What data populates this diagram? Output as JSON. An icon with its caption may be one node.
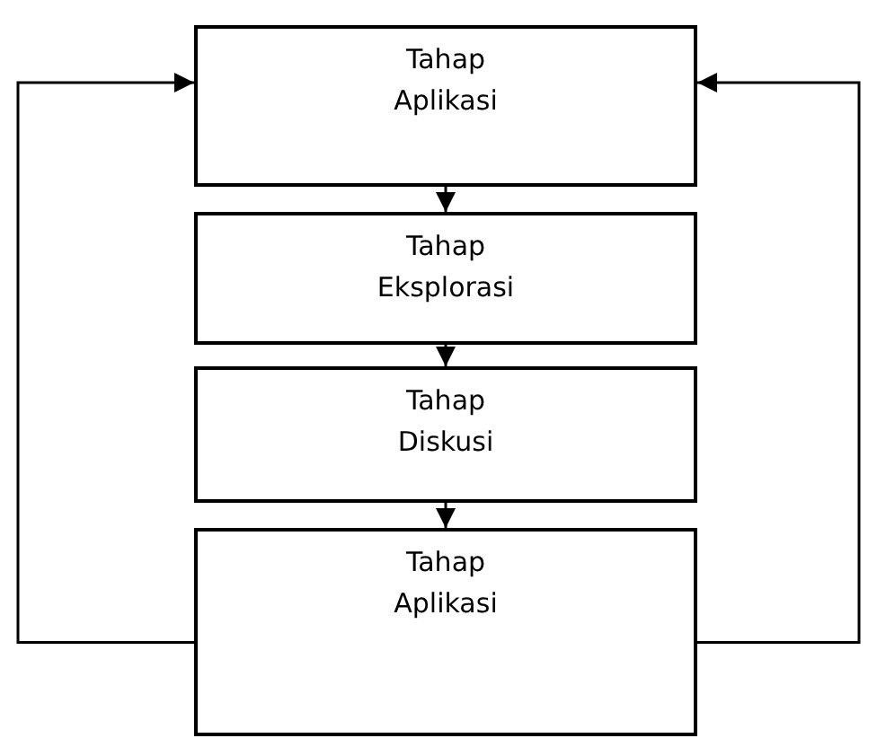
{
  "diagram": {
    "nodes": [
      {
        "text": [
          "Tahap Aplikasi"
        ]
      },
      {
        "text": [
          "Tahap Eksplorasi"
        ]
      },
      {
        "text": [
          "Tahap Diskusi"
        ]
      },
      {
        "text": [
          "Tahap Aplikasi"
        ]
      }
    ],
    "edges": [
      {
        "from": 0,
        "to": 1,
        "arrow": "to"
      },
      {
        "from": 1,
        "to": 2,
        "arrow": "to"
      },
      {
        "from": 2,
        "to": 3,
        "arrow": "to"
      },
      {
        "from": 3,
        "to": 0,
        "arrow": "to"
      },
      {
        "from": 3,
        "to": 0,
        "arrow": "to"
      }
    ]
  }
}
